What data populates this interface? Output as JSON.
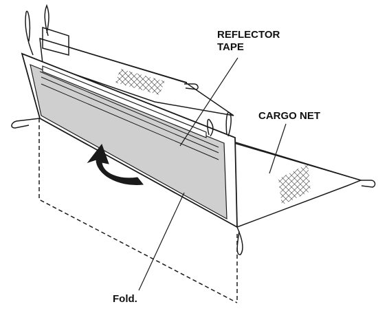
{
  "labels": {
    "reflector_line1": "REFLECTOR",
    "reflector_line2": "TAPE",
    "cargo_net": "CARGO NET",
    "fold": "Fold."
  },
  "colors": {
    "panel": "#cfcfcf",
    "outline": "#1a1a1a",
    "white": "#ffffff"
  },
  "icons": {
    "arrow": "curved-fold-arrow-icon"
  }
}
